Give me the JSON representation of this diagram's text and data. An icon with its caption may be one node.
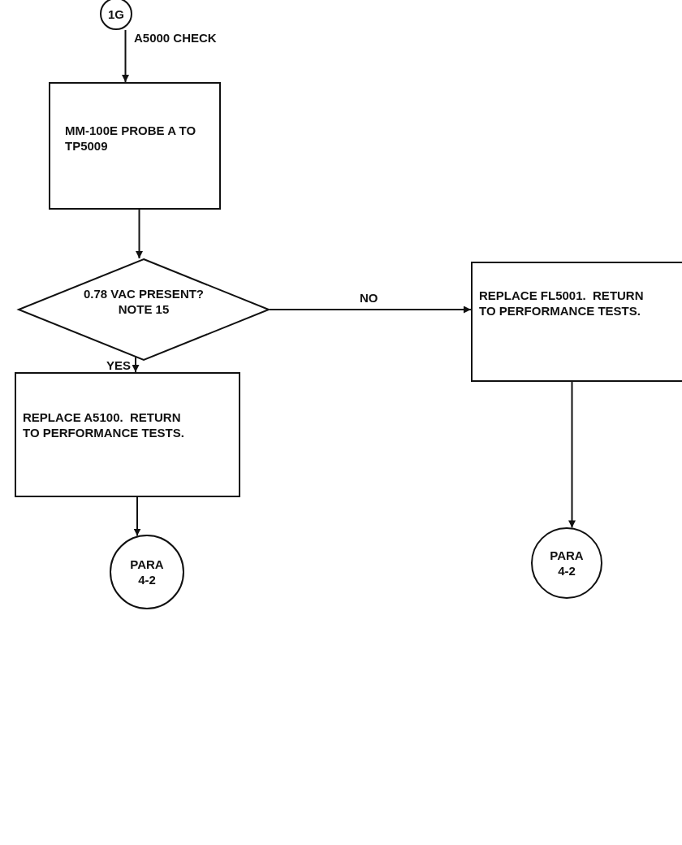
{
  "diagram": {
    "nodes": [
      {
        "text": [
          "1G"
        ],
        "beside": [
          "A5000 CHECK"
        ]
      },
      {
        "text": [
          "MM-100E PROBE A TO TP5009"
        ]
      },
      {
        "text": [
          "0.78 VAC PRESENT? NOTE 15"
        ]
      },
      {
        "text": [
          "REPLACE FL5001.  RETURN TO PERFORMANCE TESTS."
        ]
      },
      {
        "text": [
          "REPLACE A5100.  RETURN TO PERFORMANCE TESTS."
        ]
      },
      {
        "text": [
          "PARA 4-2"
        ]
      },
      {
        "text": [
          "PARA 4-2"
        ]
      }
    ],
    "edges": [
      {
        "from": 0,
        "to": 1,
        "arrow": "to"
      },
      {
        "from": 1,
        "to": 2,
        "arrow": "to"
      },
      {
        "from": 2,
        "to": 3,
        "arrow": "to",
        "label": "NO"
      },
      {
        "from": 2,
        "to": 4,
        "arrow": "to",
        "label": "YES"
      },
      {
        "from": 3,
        "to": 5,
        "arrow": "to"
      },
      {
        "from": 4,
        "to": 6,
        "arrow": "to"
      }
    ]
  }
}
